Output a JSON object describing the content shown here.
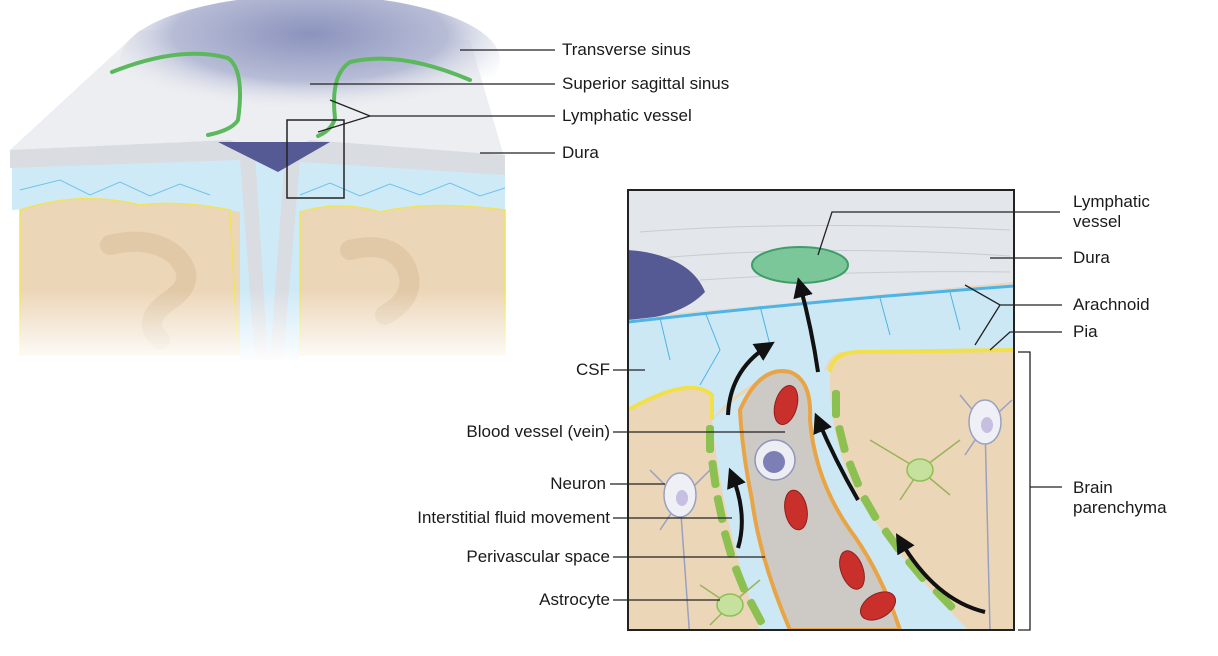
{
  "labels": {
    "transverse_sinus": "Transverse sinus",
    "superior_sagittal_sinus": "Superior sagittal sinus",
    "lymphatic_vessel_top": "Lymphatic vessel",
    "dura_top": "Dura",
    "lymphatic_vessel_line1": "Lymphatic",
    "lymphatic_vessel_line2": "vessel",
    "dura": "Dura",
    "arachnoid": "Arachnoid",
    "pia": "Pia",
    "csf": "CSF",
    "blood_vessel": "Blood vessel (vein)",
    "neuron": "Neuron",
    "interstitial_fluid": "Interstitial fluid movement",
    "perivascular_space": "Perivascular space",
    "astrocyte": "Astrocyte",
    "brain_line1": "Brain",
    "brain_line2": "parenchyma"
  },
  "colors": {
    "dura": "#e3e6ea",
    "sinus": "#5b5f99",
    "csf": "#cde8f5",
    "arachnoid": "#4fb3e3",
    "pia": "#f2e04a",
    "parenchyma": "#ecd6b8",
    "lymphatic": "#7cc79a",
    "astrocyte_endfeet": "#8cc152",
    "vessel_wall": "#e8a445",
    "blood": "#c9302c"
  }
}
